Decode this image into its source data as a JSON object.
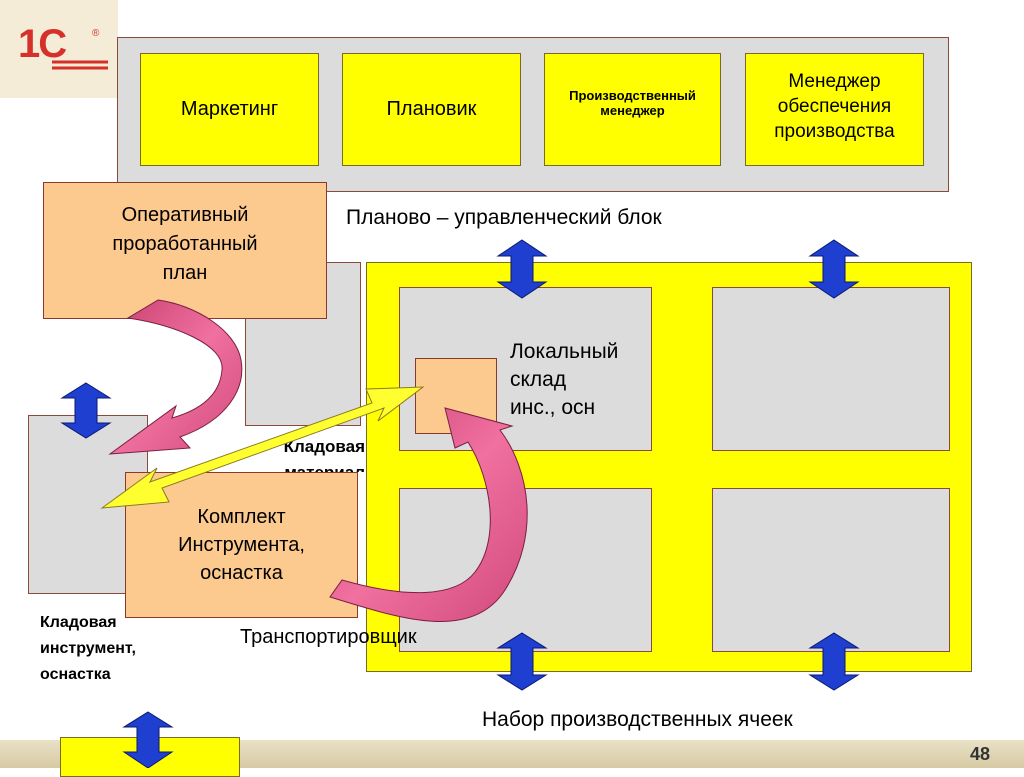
{
  "logo": {
    "text": "1С",
    "mark": "®"
  },
  "top_block": {
    "roles": [
      {
        "label": "Маркетинг"
      },
      {
        "label": "Плановик"
      },
      {
        "label": "Производственный\nменеджер"
      },
      {
        "label": "Менеджер\nобеспечения\nпроизводства"
      }
    ],
    "caption": "Планово – управленческий блок"
  },
  "plan_box": {
    "label": "Оперативный\nпроработанный\nплан"
  },
  "warehouse_material": {
    "label": "Кладовая\nматериал"
  },
  "kit_box": {
    "label": "Комплект\nИнструмента,\nоснастка"
  },
  "warehouse_tools": {
    "label": "Кладовая\nинструмент,\nоснастка"
  },
  "local_store": {
    "label": "Локальный\nсклад\nинс., осн"
  },
  "transporter": {
    "label": "Транспортировщик"
  },
  "cells_caption": "Набор производственных ячеек",
  "page_number": "48",
  "colors": {
    "yellow": "#ffff00",
    "gray": "#dcdcdc",
    "peach": "#fcc98f",
    "arrow_blue": "#1f3fd0",
    "arrow_pink": "#e05a8a",
    "logo_red": "#d6302a"
  }
}
